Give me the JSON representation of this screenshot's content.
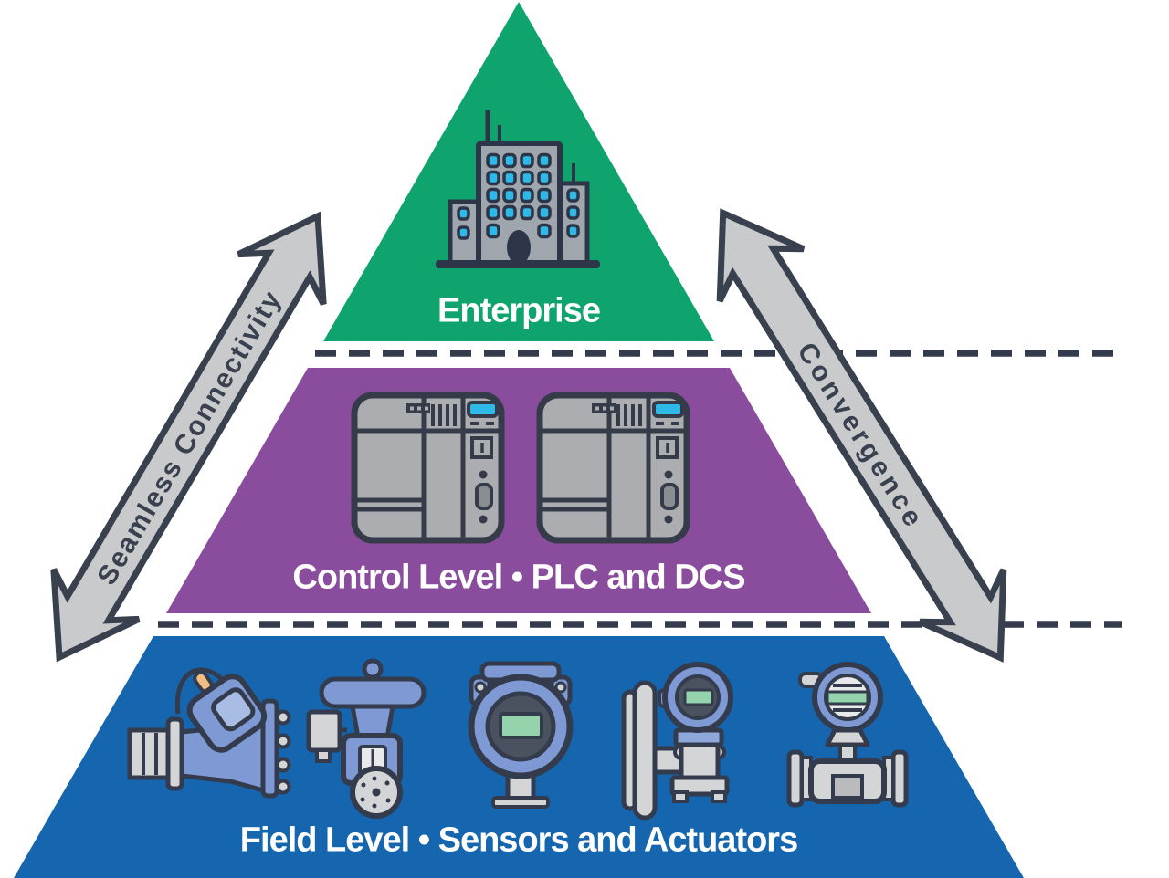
{
  "diagram": {
    "levels": [
      {
        "name": "enterprise",
        "label": "Enterprise",
        "color": "#0FA46E",
        "icons": [
          "office-building"
        ]
      },
      {
        "name": "control",
        "label": "Control Level • PLC and DCS",
        "color": "#8A4C9D",
        "icons": [
          "plc-controller",
          "plc-controller"
        ]
      },
      {
        "name": "field",
        "label": "Field Level • Sensors and Actuators",
        "color": "#1566AF",
        "icons": [
          "wireless-valve",
          "control-valve",
          "pressure-transmitter",
          "diaphragm-seal-transmitter",
          "flow-meter"
        ]
      }
    ],
    "arrows": [
      {
        "side": "left",
        "label": "Seamless Connectivity"
      },
      {
        "side": "right",
        "label": "Convergence"
      }
    ],
    "colors": {
      "enterprise_green": "#0FA46E",
      "control_purple": "#8A4C9D",
      "field_blue": "#1566AF",
      "outline_dark": "#333B4C",
      "arrow_gray": "#C9CACC",
      "icon_gray_light": "#D4D5D7",
      "icon_gray_mid": "#ABADB0",
      "icon_periwinkle": "#7E99D4",
      "screen_cyan": "#2FB9E9",
      "screen_mint": "#95D3AC",
      "label_white": "#FFFFFF"
    }
  }
}
